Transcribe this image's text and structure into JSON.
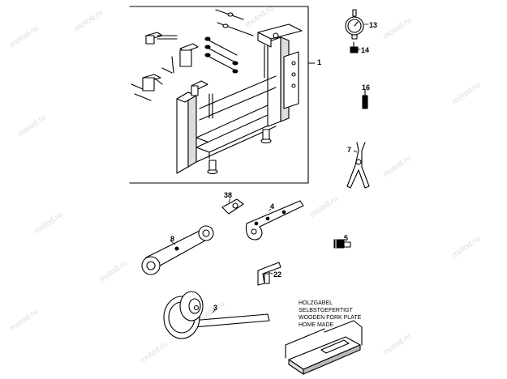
{
  "watermark": {
    "text": "motod.ru",
    "color": "#dcdcdc"
  },
  "callouts": {
    "c1": "1",
    "c13": "13",
    "c14": "14",
    "c16": "16",
    "c7": "7",
    "c38": "38",
    "c4": "4",
    "c8": "8",
    "c5": "5",
    "c22": "22",
    "c3": "3"
  },
  "note": {
    "line1": "HOLZGABEL",
    "line2": "SELBSTGEFERTIGT",
    "line3": "WOODEN FORK PLATE",
    "line4": "HOME MADE"
  },
  "parts": [
    {
      "ref": "1",
      "icon": "fork-stand-assembly-icon"
    },
    {
      "ref": "13",
      "icon": "pressure-gauge-icon"
    },
    {
      "ref": "14",
      "icon": "adapter-nipple-icon"
    },
    {
      "ref": "16",
      "icon": "valve-tool-icon"
    },
    {
      "ref": "7",
      "icon": "circlip-pliers-icon"
    },
    {
      "ref": "38",
      "icon": "hook-wrench-icon"
    },
    {
      "ref": "4",
      "icon": "pin-wrench-icon"
    },
    {
      "ref": "8",
      "icon": "double-ring-spanner-icon"
    },
    {
      "ref": "5",
      "icon": "extractor-bolt-icon"
    },
    {
      "ref": "22",
      "icon": "holding-bracket-icon"
    },
    {
      "ref": "3",
      "icon": "flywheel-holder-icon"
    },
    {
      "ref": "",
      "icon": "wooden-fork-plate-icon"
    }
  ]
}
